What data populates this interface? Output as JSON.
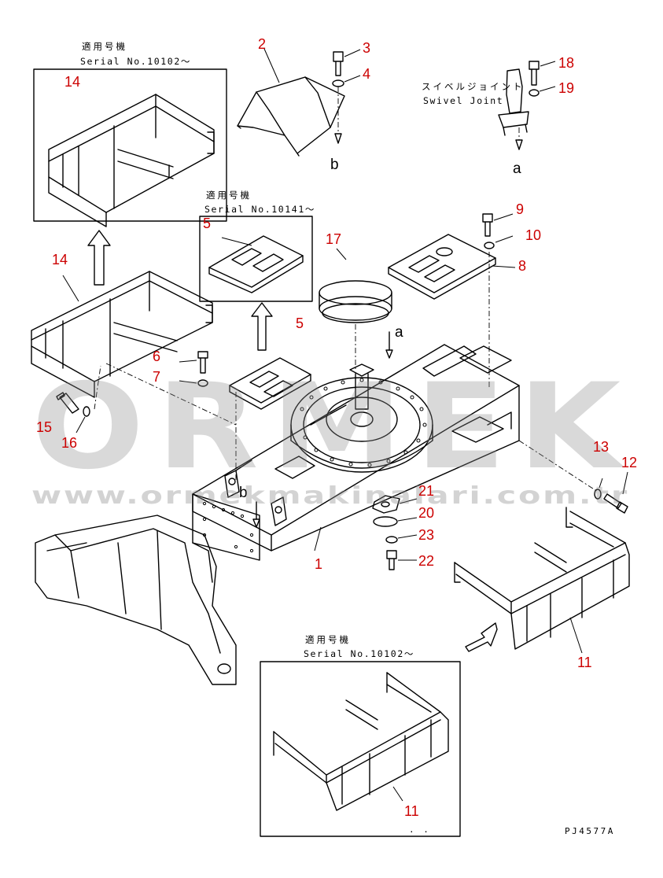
{
  "watermark": {
    "brand": "ORMEK",
    "url": "www.ormekmakinalari.com.tr"
  },
  "insets": {
    "top_left": {
      "label_jp": "適用号機",
      "label_serial": "Serial No.10102～"
    },
    "middle": {
      "label_jp": "適用号機",
      "label_serial": "Serial No.10141～"
    },
    "bottom": {
      "label_jp": "適用号機",
      "label_serial": "Serial No.10102～"
    }
  },
  "swivel_joint": {
    "label_jp": "スイベルジョイント",
    "label_en": "Swivel Joint"
  },
  "flow_letters": {
    "a": "a",
    "b": "b"
  },
  "drawing_code": "PJ4577A",
  "callouts": {
    "c1": "1",
    "c2": "2",
    "c3": "3",
    "c4": "4",
    "c5": "5",
    "c6": "6",
    "c7": "7",
    "c8": "8",
    "c9": "9",
    "c10": "10",
    "c11": "11",
    "c12": "12",
    "c13": "13",
    "c14": "14",
    "c15": "15",
    "c16": "16",
    "c17": "17",
    "c18": "18",
    "c19": "19",
    "c20": "20",
    "c21": "21",
    "c22": "22",
    "c23": "23"
  },
  "colors": {
    "callout": "#cc0000",
    "line": "#000000",
    "watermark": "#8c8c8c"
  }
}
